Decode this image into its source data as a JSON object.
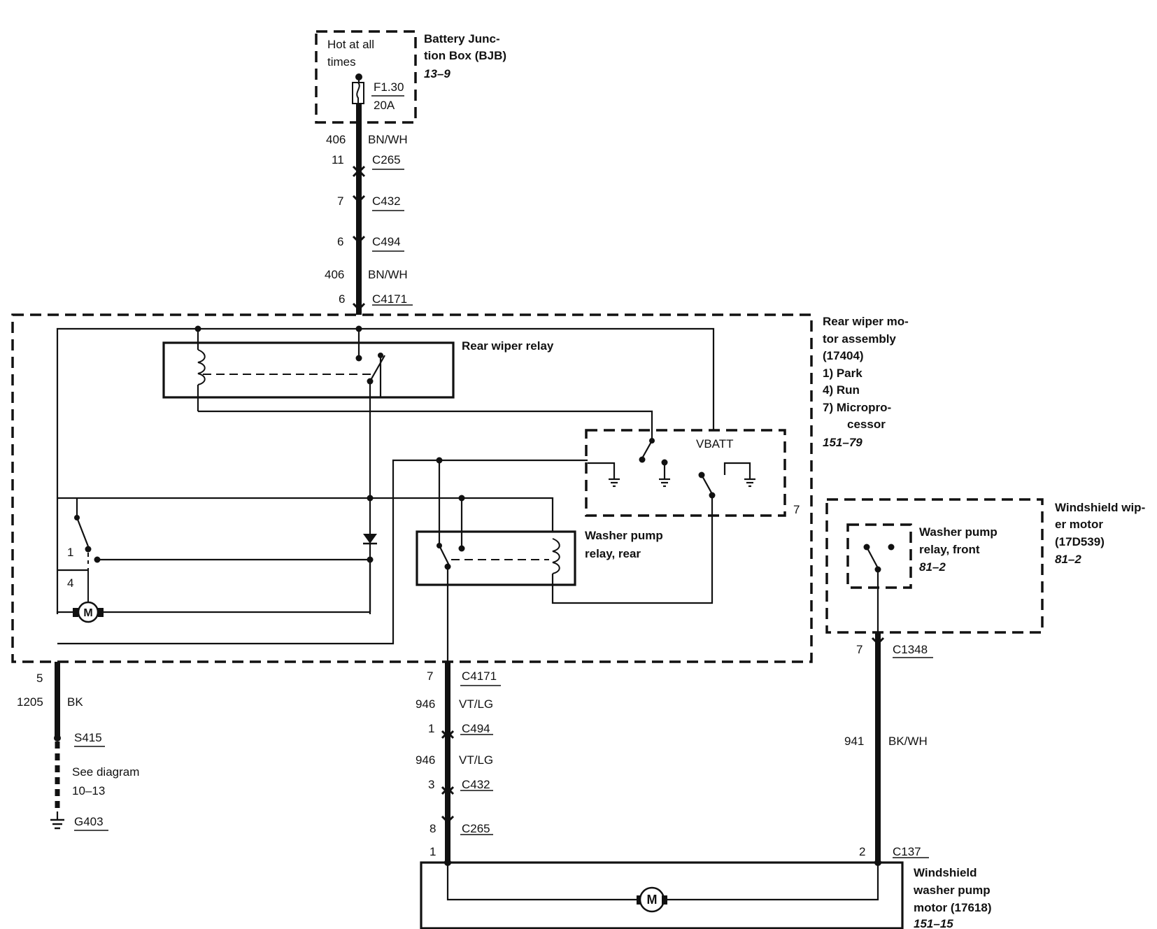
{
  "bjb": {
    "hot_line1": "Hot at all",
    "hot_line2": "times",
    "fuse_id": "F1.30",
    "fuse_rating": "20A",
    "title_line1": "Battery Junc-",
    "title_line2": "tion Box (BJB)",
    "ref": "13–9"
  },
  "feed": {
    "circuit_a": "406",
    "color_a": "BN/WH",
    "pin_c265": "11",
    "conn_c265": "C265",
    "pin_c432": "7",
    "conn_c432": "C432",
    "pin_c494": "6",
    "conn_c494": "C494",
    "circuit_b": "406",
    "color_b": "BN/WH",
    "pin_c4171": "6",
    "conn_c4171": "C4171"
  },
  "rear_motor": {
    "title_line1": "Rear wiper mo-",
    "title_line2": "tor assembly",
    "title_line3": "(17404)",
    "item1": "1)   Park",
    "item4": "4)   Run",
    "item7a": "7)   Micropro-",
    "item7b": "cessor",
    "ref": "151–79",
    "relay_label": "Rear wiper relay",
    "vbatt": "VBATT",
    "washer_relay_line1": "Washer pump",
    "washer_relay_line2": "relay, rear",
    "pin_park": "1",
    "pin_run": "4",
    "pin_micro": "7"
  },
  "ground": {
    "pin": "5",
    "circuit": "1205",
    "color": "BK",
    "splice": "S415",
    "see_line1": "See diagram",
    "see_line2": "10–13",
    "ground_id": "G403"
  },
  "washer_feed": {
    "pin_c4171": "7",
    "conn_c4171": "C4171",
    "circuit_a": "946",
    "color_a": "VT/LG",
    "pin_c494": "1",
    "conn_c494": "C494",
    "circuit_b": "946",
    "color_b": "VT/LG",
    "pin_c432": "3",
    "conn_c432": "C432",
    "pin_c265": "8",
    "conn_c265": "C265",
    "pin_c137_a": "1"
  },
  "front_motor": {
    "relay_line1": "Washer pump",
    "relay_line2": "relay, front",
    "relay_ref": "81–2",
    "title_line1": "Windshield wip-",
    "title_line2": "er motor",
    "title_line3": "(17D539)",
    "ref": "81–2",
    "pin_c1348": "7",
    "conn_c1348": "C1348",
    "circuit": "941",
    "color": "BK/WH",
    "pin_c137_b": "2",
    "conn_c137": "C137"
  },
  "pump": {
    "title_line1": "Windshield",
    "title_line2": "washer pump",
    "title_line3": "motor (17618)",
    "ref": "151–15",
    "motor_symbol": "M"
  },
  "rear_motor_symbol": "M"
}
